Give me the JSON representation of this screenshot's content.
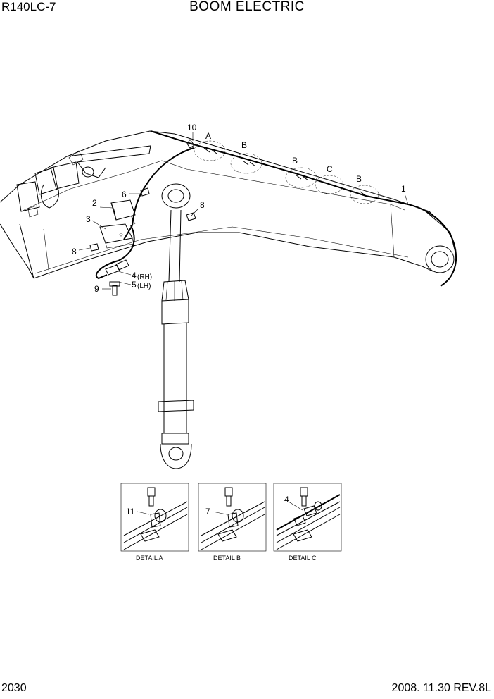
{
  "header": {
    "model": "R140LC-7",
    "title": "BOOM ELECTRIC"
  },
  "footer": {
    "page": "2030",
    "revision": "2008. 11.30  REV.8L"
  },
  "callouts": {
    "c1": "1",
    "c2": "2",
    "c3": "3",
    "c4": "4",
    "c4rh": "(RH)",
    "c5": "5",
    "c5lh": "(LH)",
    "c6": "6",
    "c8a": "8",
    "c8b": "8",
    "c9": "9",
    "c10": "10",
    "zA": "A",
    "zB1": "B",
    "zB2": "B",
    "zC": "C",
    "zB3": "B"
  },
  "details": [
    {
      "caption": "DETAIL  A",
      "part": "11"
    },
    {
      "caption": "DETAIL  B",
      "part": "7"
    },
    {
      "caption": "DETAIL  C",
      "part": "4"
    }
  ]
}
